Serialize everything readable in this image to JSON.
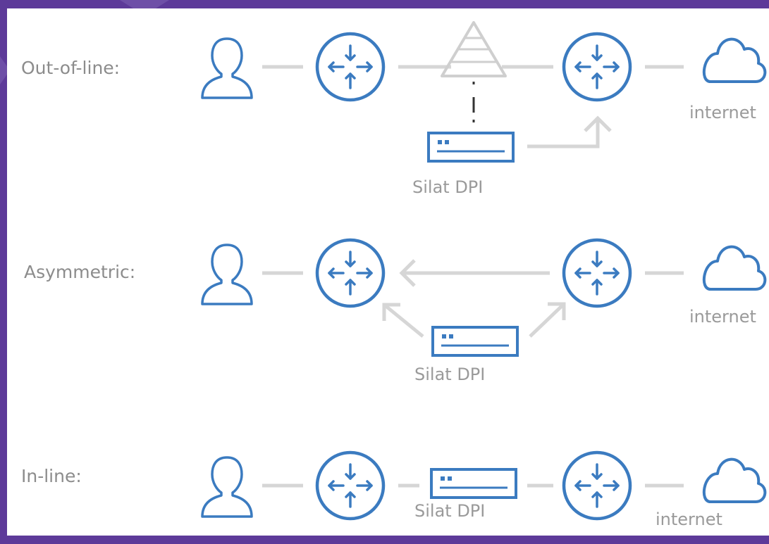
{
  "rows": [
    {
      "label": "Out-of-line:",
      "dpi_caption": "Silat DPI",
      "cloud_caption": "internet"
    },
    {
      "label": "Asymmetric:",
      "dpi_caption": "Silat DPI",
      "cloud_caption": "internet"
    },
    {
      "label": "In-line:",
      "dpi_caption": "Silat DPI",
      "cloud_caption": "internet"
    }
  ],
  "colors": {
    "icon_blue": "#3b7bc0",
    "connector_gray": "#d6d6d6",
    "label_gray": "#8c8c8c",
    "border_purple": "#5d3a99"
  },
  "icons": [
    "user-icon",
    "router-icon",
    "dpi-appliance-icon",
    "cloud-icon",
    "splitter-icon"
  ]
}
